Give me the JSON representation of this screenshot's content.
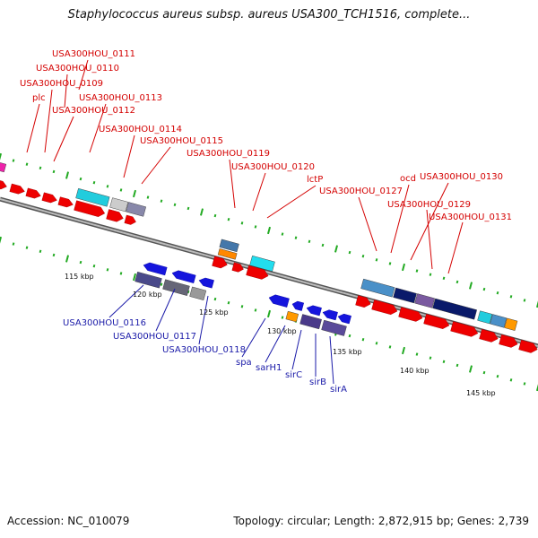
{
  "title": "Staphylococcus aureus subsp. aureus USA300_TCH1516, complete...",
  "footer": {
    "accession": "Accession: NC_010079",
    "topology": "Topology: circular; Length: 2,872,915 bp; Genes: 2,739"
  },
  "colors": {
    "forward_gene": "#ee0000",
    "reverse_gene": "#1515dd",
    "label_forward": "#d40000",
    "label_reverse": "#1a1aa8",
    "tick": "#22aa22",
    "backbone": "#999999"
  },
  "labels_forward": [
    "USA300HOU_0111",
    "USA300HOU_0110",
    "USA300HOU_0109",
    "plc",
    "USA300HOU_0113",
    "USA300HOU_0112",
    "USA300HOU_0114",
    "USA300HOU_0115",
    "USA300HOU_0119",
    "USA300HOU_0120",
    "lctP",
    "USA300HOU_0127",
    "ocd",
    "USA300HOU_0130",
    "USA300HOU_0129",
    "USA300HOU_0131"
  ],
  "labels_reverse": [
    "USA300HOU_0116",
    "USA300HOU_0117",
    "USA300HOU_0118",
    "spa",
    "sarH1",
    "sirC",
    "sirB",
    "sirA"
  ],
  "kbp_labels": [
    "115 kbp",
    "120 kbp",
    "125 kbp",
    "130 kbp",
    "135 kbp",
    "140 kbp",
    "145 kbp"
  ]
}
